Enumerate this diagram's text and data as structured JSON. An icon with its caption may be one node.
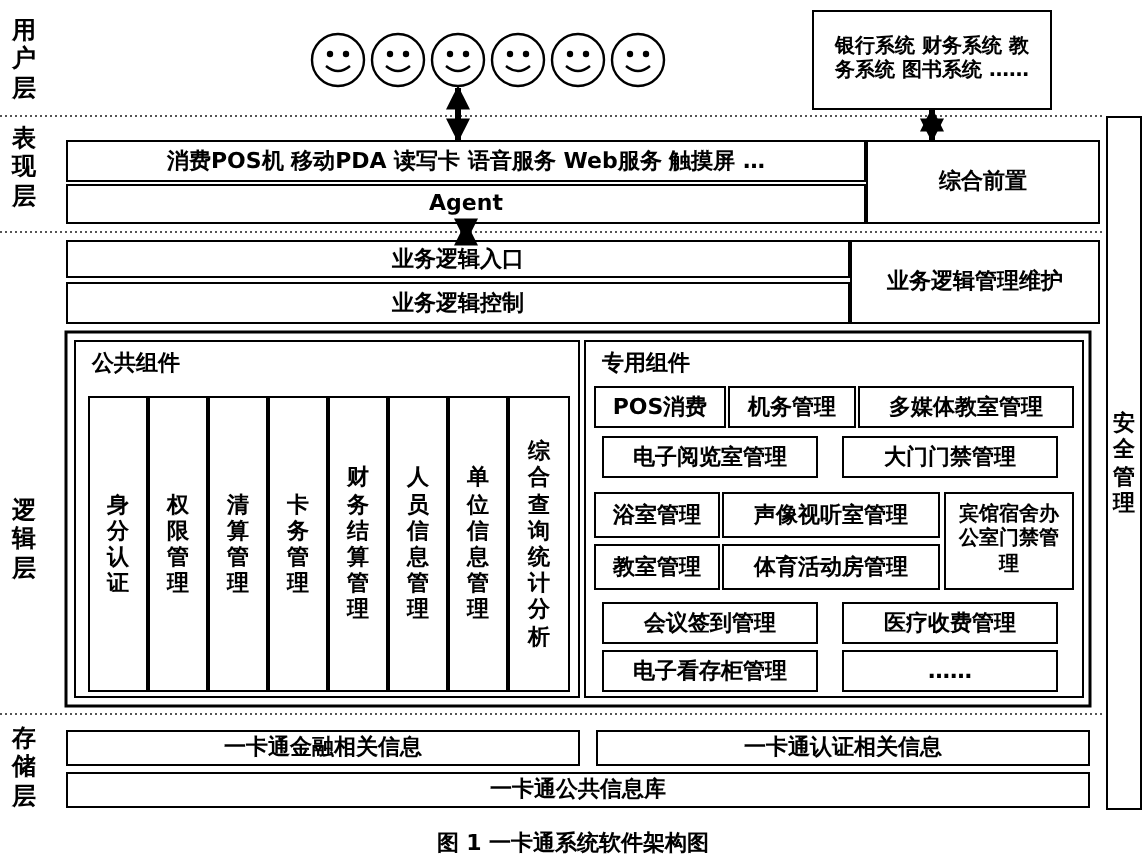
{
  "diagram": {
    "caption": "图 1 一卡通系统软件架构图",
    "nodes": [
      {
        "text": [],
        "shape": "circle"
      },
      {
        "text": [],
        "shape": "circle"
      },
      {
        "text": [],
        "shape": "circle"
      },
      {
        "text": [],
        "shape": "circle"
      },
      {
        "text": [],
        "shape": "circle"
      },
      {
        "text": [],
        "shape": "circle"
      },
      {
        "text": [
          "银行系统 财务系统 教务系统 图书系统 ……"
        ]
      },
      {
        "text": [
          "消费POS机 移动PDA 读写卡 语音服务 Web服务 触摸屏 …"
        ]
      },
      {
        "text": [
          "Agent"
        ]
      },
      {
        "text": [
          "综合前置"
        ]
      },
      {
        "text": [
          "业务逻辑入口"
        ]
      },
      {
        "text": [
          "业务逻辑控制"
        ]
      },
      {
        "text": [
          "业务逻辑管理维护"
        ]
      },
      {
        "text": [
          "安全管理"
        ]
      },
      {
        "text": [
          "公共组件"
        ]
      },
      {
        "text": [
          "身分认证"
        ],
        "in": 14
      },
      {
        "text": [
          "权限管理"
        ],
        "in": 14
      },
      {
        "text": [
          "清算管理"
        ],
        "in": 14
      },
      {
        "text": [
          "卡务管理"
        ],
        "in": 14
      },
      {
        "text": [
          "财务结算管理"
        ],
        "in": 14
      },
      {
        "text": [
          "人员信息管理"
        ],
        "in": 14
      },
      {
        "text": [
          "单位信息管理"
        ],
        "in": 14
      },
      {
        "text": [
          "综合查询统计分析"
        ],
        "in": 14
      },
      {
        "text": [
          "专用组件"
        ]
      },
      {
        "text": [
          "POS消费"
        ],
        "in": 23
      },
      {
        "text": [
          "机务管理"
        ],
        "in": 23
      },
      {
        "text": [
          "多媒体教室管理"
        ],
        "in": 23
      },
      {
        "text": [
          "电子阅览室管理"
        ],
        "in": 23
      },
      {
        "text": [
          "大门门禁管理"
        ],
        "in": 23
      },
      {
        "text": [
          "浴室管理"
        ],
        "in": 23
      },
      {
        "text": [
          "声像视听室管理"
        ],
        "in": 23
      },
      {
        "text": [
          "宾馆宿舍办公室门禁管理"
        ],
        "in": 23
      },
      {
        "text": [
          "教室管理"
        ],
        "in": 23
      },
      {
        "text": [
          "体育活动房管理"
        ],
        "in": 23
      },
      {
        "text": [
          "会议签到管理"
        ],
        "in": 23
      },
      {
        "text": [
          "医疗收费管理"
        ],
        "in": 23
      },
      {
        "text": [
          "电子看存柜管理"
        ],
        "in": 23
      },
      {
        "text": [
          "……"
        ],
        "in": 23
      },
      {
        "text": [
          "一卡通金融相关信息"
        ]
      },
      {
        "text": [
          "一卡通认证相关信息"
        ]
      },
      {
        "text": [
          "一卡通公共信息库"
        ]
      }
    ],
    "edges": [
      {
        "from": 2,
        "to": 7,
        "arrow": "both"
      },
      {
        "from": 6,
        "to": 9,
        "arrow": "both"
      },
      {
        "from": 8,
        "to": 10,
        "arrow": "both"
      }
    ],
    "labels": [
      "用户层",
      "表现层",
      "逻辑层",
      "存储层"
    ]
  }
}
